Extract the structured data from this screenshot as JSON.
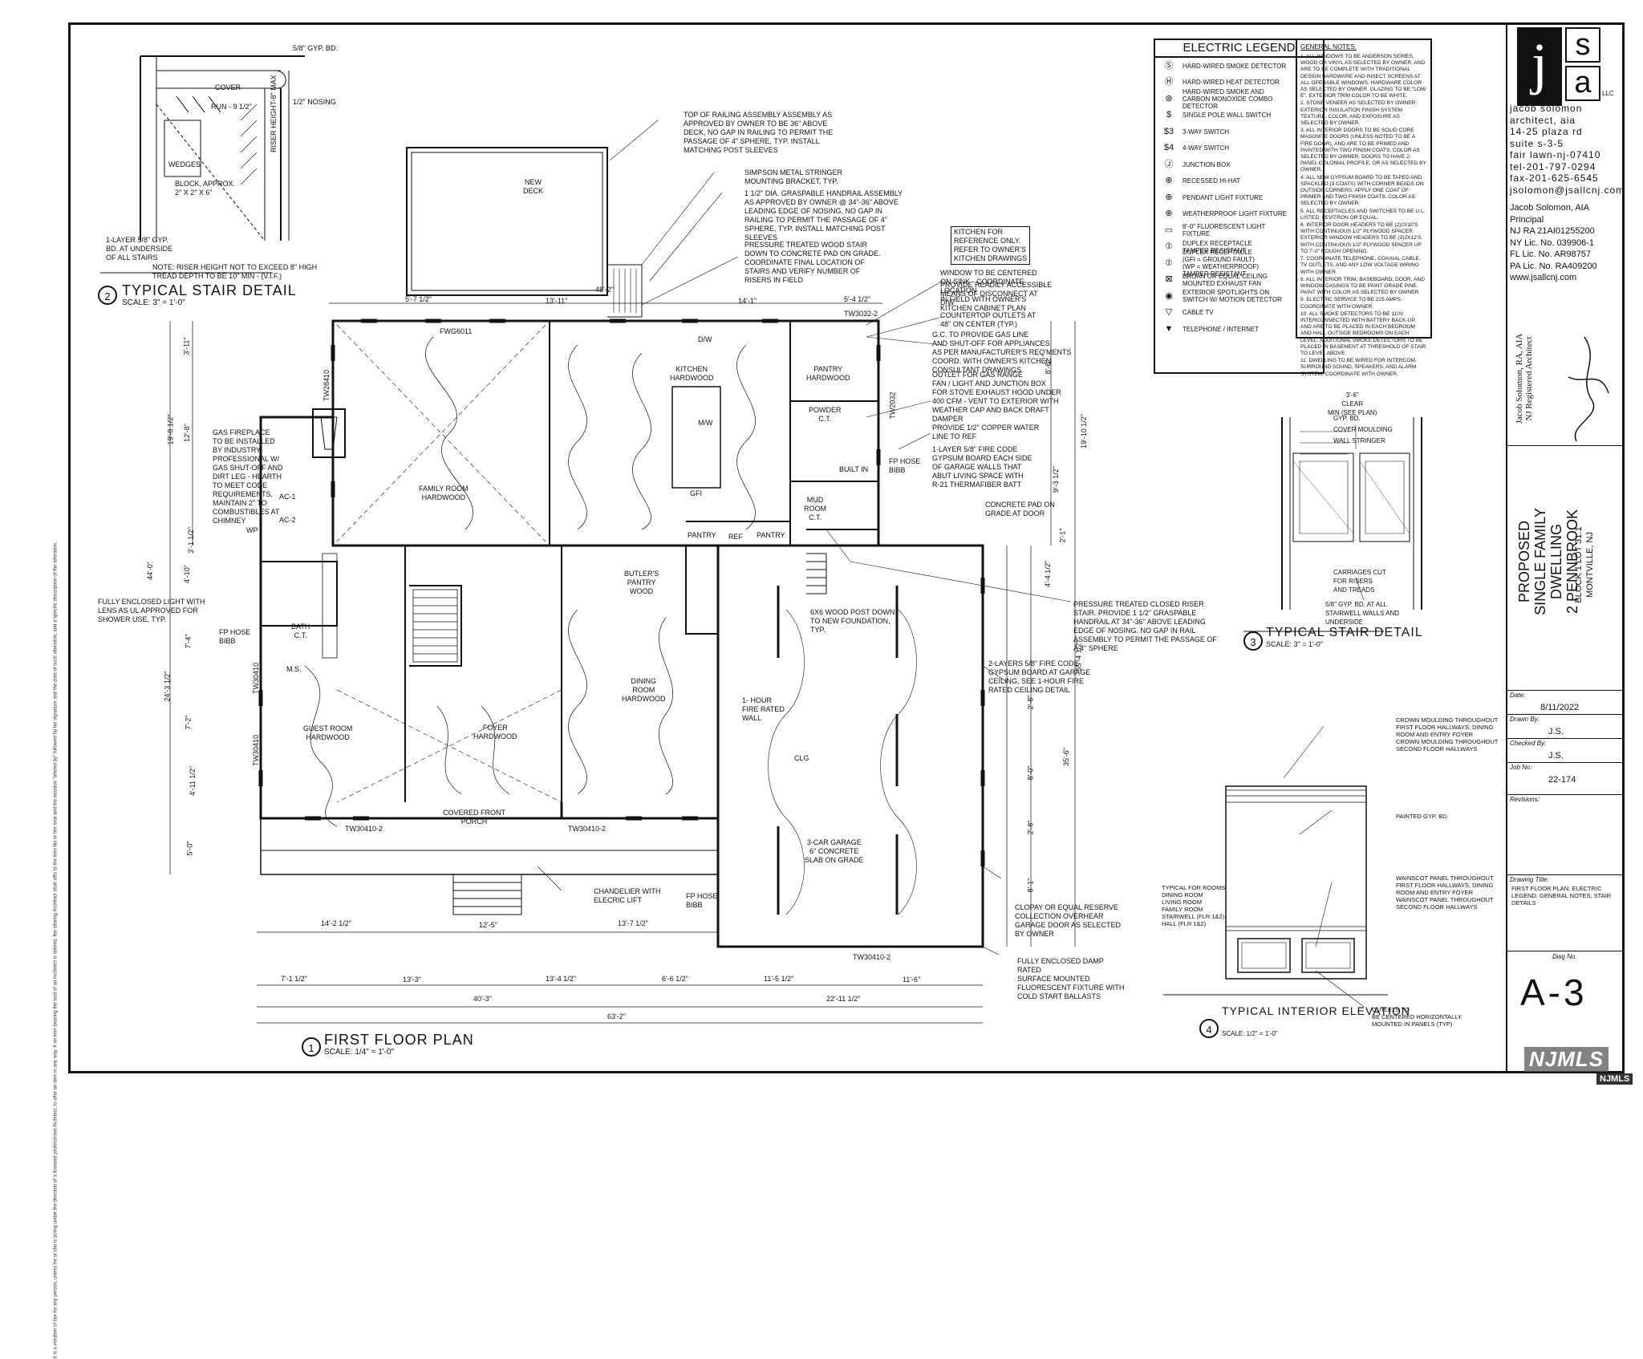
{
  "details": {
    "stair2_title": "TYPICAL STAIR DETAIL",
    "stair2_num": "2",
    "stair2_scale": "SCALE: 3\" = 1'-0\"",
    "stair2_notes": [
      {
        "id": "gyp",
        "text": "5/8\" GYP. BD."
      },
      {
        "id": "cover",
        "text": "COVER"
      },
      {
        "id": "run",
        "text": "RUN - 9 1/2\""
      },
      {
        "id": "nosing",
        "text": "1/2\" NOSING"
      },
      {
        "id": "wedges",
        "text": "WEDGES"
      },
      {
        "id": "block",
        "text": "BLOCK, APPROX.\n2\" X 2\" X 6\""
      },
      {
        "id": "riser",
        "text": "RISER HEIGHT-8\" MAX"
      },
      {
        "id": "layer",
        "text": "1-LAYER 5/8\" GYP.\nBD. AT UNDERSIDE\nOF ALL STAIRS"
      },
      {
        "id": "note",
        "text": "NOTE: RISER HEIGHT NOT TO EXCEED 8\" HIGH\nTREAD DEPTH TO BE 10\" MIN - (V.I.F.)"
      }
    ],
    "stair3_title": "TYPICAL STAIR DETAIL",
    "stair3_num": "3",
    "stair3_scale": "SCALE: 3\" = 1'-0\"",
    "stair3_notes": [
      {
        "id": "clear",
        "text": "3'-6\"\nCLEAR\nMIN (SEE PLAN)"
      },
      {
        "id": "gyp",
        "text": "GYP. BD."
      },
      {
        "id": "cover",
        "text": "COVER MOULDING"
      },
      {
        "id": "stringer",
        "text": "WALL STRINGER"
      },
      {
        "id": "carriages",
        "text": "CARRIAGES CUT\nFOR RISERS\nAND TREADS"
      },
      {
        "id": "gyp2",
        "text": "5/8\" GYP. BD. AT ALL\nSTAIRWELL WALLS AND\nUNDERSIDE"
      }
    ],
    "elev_title": "TYPICAL INTERIOR\nELEVATION",
    "elev_num": "4",
    "elev_scale": "SCALE: 1/2\" = 1'-0\"",
    "elev_notes": [
      {
        "id": "crown",
        "text": "CROWN MOULDING THROUGHOUT\nFIRST FLOOR HALLWAYS, DINING\nROOM AND ENTRY FOYER\nCROWN MOULDING THROUGHOUT\nSECOND FLOOR HALLWAYS"
      },
      {
        "id": "painted",
        "text": "PAINTED GYP. BD."
      },
      {
        "id": "wainscot",
        "text": "WAINSCOT PANEL THROUGHOUT\nFIRST FLOOR HALLWAYS, DINING\nROOM AND ENTRY FOYER\nWAINSCOT PANEL THROUGHOUT\nSECOND FLOOR HALLWAYS"
      },
      {
        "id": "rooms",
        "text": "TYPICAL FOR ROOMS:\nDINING ROOM\nLIVING ROOM\nFAMILY ROOM\nSTAIRWELL (FLR 1&2)\nHALL (FLR 1&2)"
      },
      {
        "id": "outlets",
        "text": "OUTLETS TO\nBE CENTERED HORIZONTALLY\nMOUNTED IN PANELS (TYP)"
      }
    ]
  },
  "plan": {
    "title": "FIRST FLOOR PLAN",
    "num": "1",
    "scale": "SCALE: 1/4\" = 1'-0\"",
    "rooms": [
      {
        "id": "family",
        "text": "FAMILY ROOM\nHARDWOOD"
      },
      {
        "id": "kitchen",
        "text": "KITCHEN\nHARDWOOD"
      },
      {
        "id": "pantry",
        "text": "PANTRY\nHARDWOOD"
      },
      {
        "id": "powder",
        "text": "POWDER\nC.T."
      },
      {
        "id": "mud",
        "text": "MUD\nROOM\nC.T."
      },
      {
        "id": "butler",
        "text": "BUTLER'S\nPANTRY\nWOOD"
      },
      {
        "id": "dining",
        "text": "DINING\nROOM\nHARDWOOD"
      },
      {
        "id": "guest",
        "text": "GUEST ROOM\nHARDWOOD"
      },
      {
        "id": "foyer",
        "text": "FOYER\nHARDWOOD"
      },
      {
        "id": "porch",
        "text": "COVERED FRONT\nPORCH"
      },
      {
        "id": "garage",
        "text": "3-CAR GARAGE\n6\" CONCRETE\nSLAB ON GRADE"
      },
      {
        "id": "deck",
        "text": "NEW\nDECK"
      },
      {
        "id": "bath",
        "text": "BATH\nC.T."
      }
    ],
    "notes": [
      {
        "id": "railing",
        "text": "TOP OF RAILING ASSEMBLY ASSEMBLY AS\nAPPROVED BY OWNER TO BE 36\" ABOVE\nDECK, NO GAP IN RAILING TO PERMIT THE\nPASSAGE OF 4\" SPHERE, TYP. INSTALL\nMATCHING POST SLEEVES"
      },
      {
        "id": "simpson",
        "text": "SIMPSON METAL STRINGER\nMOUNTING BRACKET, TYP."
      },
      {
        "id": "handrail",
        "text": "1 1/2\" DIA. GRASPABLE HANDRAIL ASSEMBLY\nAS APPROVED BY OWNER @ 34\"-36\" ABOVE\nLEADING EDGE OF NOSING, NO GAP IN\nRAILING TO PERMIT THE PASSAGE OF 4\"\nSPHERE, TYP. INSTALL MATCHING POST\nSLEEVES"
      },
      {
        "id": "ptstair",
        "text": "PRESSURE TREATED WOOD STAIR\nDOWN TO CONCRETE PAD ON GRADE.\nCOORDINATE FINAL LOCATION OF\nSTAIRS AND VERIFY NUMBER OF\nRISERS IN FIELD"
      },
      {
        "id": "kitchenref",
        "text": "KITCHEN FOR\nREFERENCE ONLY.\nREFER TO OWNER'S\nKITCHEN DRAWINGS"
      },
      {
        "id": "window",
        "text": "WINDOW TO BE CENTERED\nON SINK - COORDINATE\nLOCATION\nIN FIELD WITH OWNER'S\nKITCHEN CABINET PLAN"
      },
      {
        "id": "disconnect",
        "text": "PROVIDE READILY ACCESSIBLE\nMEANS OF DISCONNECT AT\nD/W"
      },
      {
        "id": "countertop",
        "text": "COUNTERTOP OUTLETS AT\n48\" ON CENTER (TYP.)"
      },
      {
        "id": "gas",
        "text": "G.C. TO PROVIDE GAS LINE\nAND SHUT-OFF FOR APPLIANCES\nAS PER MANUFACTURER'S REQ'MENTS\nCOORD. WITH OWNER'S KITCHEN\nCONSULTANT DRAWINGS"
      },
      {
        "id": "range",
        "text": "OUTLET FOR GAS RANGE\nFAN / LIGHT AND JUNCTION BOX\nFOR STOVE EXHAUST HOOD UNDER\n400 cfm - VENT TO EXTERIOR WITH\nWEATHER CAP AND BACK DRAFT\nDAMPER"
      },
      {
        "id": "copper",
        "text": "PROVIDE 1/2\" COPPER WATER\nLINE TO REF"
      },
      {
        "id": "firecode",
        "text": "1-LAYER 5/8\" FIRE CODE\nGYPSUM BOARD EACH SIDE\nOF GARAGE WALLS THAT\nABUT LIVING SPACE WITH\nR-21 THERMAFIBER BATT"
      },
      {
        "id": "concretepad",
        "text": "CONCRETE PAD ON\nGRADE AT DOOR"
      },
      {
        "id": "fireplace",
        "text": "GAS FIREPLACE\nTO BE INSTALLED\nBY INDUSTRY\nPROFESSIONAL W/\nGAS SHUT-OFF AND\nDIRT LEG - HEARTH\nTO MEET CODE\nREQUIREMENTS,\nMAINTAIN 2\" TO\nCOMBUSTIBLES AT\nCHIMNEY"
      },
      {
        "id": "enclosedlight",
        "text": "FULLY ENCLOSED LIGHT WITH\nLENS AS UL APPROVED FOR\nSHOWER USE, TYP."
      },
      {
        "id": "closedriser",
        "text": "PRESSURE TREATED CLOSED RISER\nSTAIR. PROVIDE 1 1/2\" GRASPABLE\nHANDRAIL AT 34\"-36\" ABOVE LEADING\nEDGE OF NOSING. NO GAP IN RAIL\nASSEMBLY TO PERMIT THE PASSAGE OF\nA 4\" SPHERE"
      },
      {
        "id": "post",
        "text": "6x6 WOOD POST DOWN\nTO NEW FOUNDATION,\nTYP."
      },
      {
        "id": "twolayer",
        "text": "2-LAYERS 5/8\" FIRE CODE\nGYPSUM BOARD AT GARAGE\nCEILING, SEE 1-HOUR FIRE\nRATED CEILING DETAIL"
      },
      {
        "id": "onehour",
        "text": "1- HOUR\nFIRE RATED\nWALL"
      },
      {
        "id": "chandelier",
        "text": "CHANDELIER WITH\nELECRIC LIFT"
      },
      {
        "id": "clopay",
        "text": "CLOPAY OR EQUAL RESERVE\nCOLLECTION OVERHEAR\nGARAGE DOOR AS SELECTED\nBY OWNER"
      },
      {
        "id": "damp",
        "text": "FULLY ENCLOSED DAMP\nRATED\nSURFACE MOUNTED\nFLUORESCENT FIXTURE WITH\nCOLD START BALLASTS"
      },
      {
        "id": "fphose1",
        "text": "FP HOSE\nBIBB"
      },
      {
        "id": "fphose2",
        "text": "FP HOSE\nBIBB"
      },
      {
        "id": "fphose3",
        "text": "FP HOSE\nBIBB"
      }
    ],
    "dims": [
      {
        "id": "d1",
        "text": "5'-7 1/2\""
      },
      {
        "id": "d2",
        "text": "13'-11\""
      },
      {
        "id": "d3",
        "text": "14'-1\""
      },
      {
        "id": "d4",
        "text": "5'-4 1/2\""
      },
      {
        "id": "d5",
        "text": "48'-2\""
      },
      {
        "id": "d6",
        "text": "14'-2 1/2\""
      },
      {
        "id": "d7",
        "text": "12'-5\""
      },
      {
        "id": "d8",
        "text": "13'-7 1/2\""
      },
      {
        "id": "d9",
        "text": "7'-1 1/2\""
      },
      {
        "id": "d10",
        "text": "13'-3\""
      },
      {
        "id": "d11",
        "text": "13'-4 1/2\""
      },
      {
        "id": "d12",
        "text": "6'-6 1/2\""
      },
      {
        "id": "d13",
        "text": "11'-5 1/2\""
      },
      {
        "id": "d14",
        "text": "11'-6\""
      },
      {
        "id": "d15",
        "text": "40'-3\""
      },
      {
        "id": "d16",
        "text": "22'-11 1/2\""
      },
      {
        "id": "d17",
        "text": "63'-2\""
      },
      {
        "id": "v1",
        "text": "3'-11\""
      },
      {
        "id": "v2",
        "text": "12'-8\""
      },
      {
        "id": "v3",
        "text": "19'-8 1/2\""
      },
      {
        "id": "v4",
        "text": "3'-1 1/2\""
      },
      {
        "id": "v5",
        "text": "4'-10\""
      },
      {
        "id": "v6",
        "text": "44'-0\""
      },
      {
        "id": "v7",
        "text": "7'-4\""
      },
      {
        "id": "v8",
        "text": "24'-3 1/2\""
      },
      {
        "id": "v9",
        "text": "7'-2\""
      },
      {
        "id": "v10",
        "text": "4'-11 1/2\""
      },
      {
        "id": "v11",
        "text": "5'-0\""
      },
      {
        "id": "v12",
        "text": "8'-6\""
      },
      {
        "id": "v13",
        "text": "19'-10 1/2\""
      },
      {
        "id": "v14",
        "text": "9'-3 1/2\""
      },
      {
        "id": "v15",
        "text": "2'-1\""
      },
      {
        "id": "v16",
        "text": "4'-4 1/2\""
      },
      {
        "id": "v17",
        "text": "55'-4 1/2\""
      },
      {
        "id": "v18",
        "text": "2'-8\""
      },
      {
        "id": "v19",
        "text": "35'-6\""
      },
      {
        "id": "v20",
        "text": "8'-0\""
      },
      {
        "id": "v21",
        "text": "2'-8\""
      },
      {
        "id": "v22",
        "text": "8'-1\""
      }
    ],
    "tags": [
      {
        "id": "t1",
        "text": "TW28410"
      },
      {
        "id": "t2",
        "text": "FWG6011"
      },
      {
        "id": "t3",
        "text": "TW3032-2"
      },
      {
        "id": "t4",
        "text": "TW2032"
      },
      {
        "id": "t5",
        "text": "TW30410-2"
      },
      {
        "id": "t6",
        "text": "TW30410-2"
      },
      {
        "id": "t7",
        "text": "TW30410-2"
      },
      {
        "id": "t8",
        "text": "TW30410"
      },
      {
        "id": "t9",
        "text": "TW30410"
      },
      {
        "id": "t10",
        "text": "PANTRY"
      },
      {
        "id": "t11",
        "text": "PANTRY"
      },
      {
        "id": "t12",
        "text": "REF"
      },
      {
        "id": "t13",
        "text": "AC-1"
      },
      {
        "id": "t14",
        "text": "AC-2"
      },
      {
        "id": "t15",
        "text": "BUILT IN"
      },
      {
        "id": "t16",
        "text": "M.S."
      },
      {
        "id": "t17",
        "text": "GFI"
      },
      {
        "id": "t18",
        "text": "WP"
      },
      {
        "id": "t19",
        "text": "M/W"
      },
      {
        "id": "t20",
        "text": "D/W"
      },
      {
        "id": "t21",
        "text": "CLG"
      }
    ]
  },
  "legend": {
    "title": "ELECTRIC LEGEND",
    "items": [
      {
        "sym": "Ⓢ",
        "label": "HARD-WIRED SMOKE DETECTOR"
      },
      {
        "sym": "Ⓗ",
        "label": "HARD-WIRED HEAT DETECTOR"
      },
      {
        "sym": "⊛",
        "label": "HARD-WIRED SMOKE AND\nCARBON MONOXIDE COMBO\nDETECTOR"
      },
      {
        "sym": "$",
        "label": "SINGLE POLE WALL SWITCH"
      },
      {
        "sym": "$3",
        "label": "3-WAY SWITCH"
      },
      {
        "sym": "$4",
        "label": "4-WAY SWITCH"
      },
      {
        "sym": "Ⓙ",
        "label": "JUNCTION BOX"
      },
      {
        "sym": "⊕",
        "label": "RECESSED HI-HAT"
      },
      {
        "sym": "⊕",
        "label": "PENDANT LIGHT FIXTURE"
      },
      {
        "sym": "⊕",
        "label": "WEATHERPROOF LIGHT FIXTURE"
      },
      {
        "sym": "▭",
        "label": "8'-0\" FLUORESCENT LIGHT\nFIXTURE"
      },
      {
        "sym": "⦶",
        "label": "DUPLEX RECEPTACLE\nTAMPER RESISTANT"
      },
      {
        "sym": "⦶",
        "label": "DUPLEX RECEPTACLE\n(GFI = GROUND FAULT)\n(WP = WEATHERPROOF)\nTAMPER RESISTANT"
      },
      {
        "sym": "⊠",
        "label": "BROAN OR EQUAL CEILING\nMOUNTED EXHAUST FAN"
      },
      {
        "sym": "◉",
        "label": "EXTERIOR SPOTLIGHTS ON\nSWITCH W/ MOTION DETECTOR"
      },
      {
        "sym": "▽",
        "label": "CABLE TV"
      },
      {
        "sym": "▼",
        "label": "TELEPHONE / INTERNET"
      }
    ]
  },
  "general_notes": {
    "title": "GENERAL NOTES:",
    "items": [
      "1. ALL WINDOWS TO BE ANDERSON SERIES, WOOD OR VINYL AS SELECTED BY OWNER, AND ARE TO BE COMPLETE WITH TRADITIONAL DESIGN HARDWARE AND INSECT SCREENS AT ALL OPERABLE WINDOWS. HARDWARE COLOR AS SELECTED BY OWNER. GLAZING TO BE \"LOW E\". EXTERIOR TRIM COLOR TO BE WHITE.",
      "2. STONE VENEER AS SELECTED BY OWNER. EXTERIOR INSULATION FINISH SYSTEM TEXTURE, COLOR, AND EXPOSURE AS SELECTED BY OWNER.",
      "3. ALL INTERIOR DOORS TO BE SOLID CORE MASONITE DOORS (UNLESS NOTED TO BE A FIRE DOOR), AND ARE TO BE PRIMED AND PAINTED WITH TWO FINISH COATS. COLOR AS SELECTED BY OWNER. DOORS TO HAVE 2-PANEL COLONIAL PROFILE, OR AS SELECTED BY OWNER.",
      "4. ALL NEW GYPSUM BOARD TO BE TAPED AND SPACKLED (3 COATS) WITH CORNER BEADS ON OUTSIDE CORNERS. APPLY ONE COAT OF PRIMER AND TWO FINISH COATS. COLOR AS SELECTED BY OWNER.",
      "5. ALL RECEPTACLES AND SWITCHES TO BE U.L. LISTED, LEVITRON OR EQUAL.",
      "6. INTERIOR DOOR HEADERS TO BE (2)2x10'S WITH CONTINUOUS 1/2\" PLYWOOD SPACER. EXTERIOR WINDOW HEADERS TO BE (3)2x12'S WITH CONTINUOUS 1/2\" PLYWOOD SPACER UP TO 7'-0\" ROUGH OPENING.",
      "7. COORDINATE TELEPHONE, COAXIAL CABLE, TV OUTLETS, AND ANY LOW VOLTAGE WIRING WITH OWNER.",
      "8. ALL INTERIOR TRIM, BASEBOARD, DOOR, AND WINDOW CASINGS TO BE PAINT GRADE PINE. PAINT WITH COLOR AS SELECTED BY OWNER.",
      "9. ELECTRIC SERVICE TO BE 225 AMPS. COORDINATE WITH OWNER.",
      "10. ALL SMOKE DETECTORS TO BE 110V INTERCONNECTED WITH BATTERY BACK-UP, AND ARE TO BE PLACED IN EACH BEDROOM AND HALL OUTSIDE BEDROOMS ON EACH LEVEL. ADDITIONAL SMOKE DETECTORS TO BE PLACED IN BASEMENT AT THRESHOLD OF STAIR TO LEVEL ABOVE.",
      "11. DWELLING TO BE WIRED FOR INTERCOM, SURROUND SOUND, SPEAKERS, AND ALARM SYSTEM. COORDINATE WITH OWNER."
    ]
  },
  "title_block": {
    "logo_j": "j",
    "logo_s": "s",
    "logo_a": "a",
    "logo_llc": "LLC",
    "firm": "jacob solomon\narchitect, aia\n14-25 plaza rd\nsuite s-3-5\nfair lawn-nj-07410\ntel-201-797-0294\nfax-201-625-6545\njsolomon@jsallcnj.com",
    "principal": "Jacob Solomon, AIA\nPrincipal\nNJ RA 21AI01255200\nNY Lic. No. 039906-1\nFL Lic. No. AR98757\nPA Lic. No. RA409200\nwww.jsallcnj.com",
    "seal_text": "Jacob Solomon, RA, AIA\nNJ Registered Architect",
    "project": "PROPOSED\nSINGLE FAMILY DWELLING\n2 PENNBROOK",
    "project_loc": "BLOCK 1   LOT 31.1\nMONTVILLE, NJ",
    "date_label": "Date:",
    "date": "8/11/2022",
    "drawn_label": "Drawn By:",
    "drawn": "J.S.",
    "checked_label": "Checked By:",
    "checked": "J.S.",
    "job_label": "Job No:",
    "job": "22-174",
    "revisions_label": "Revisions:",
    "drawing_title_label": "Drawing Title:",
    "drawing_title": "FIRST FLOOR PLAN, ELECTRIC\nLEGEND, GENERAL NOTES, STAIR\nDETAILS",
    "dwg_label": "Dwg No.",
    "dwg": "A-3"
  },
  "watermark": {
    "text": "NJMLS",
    "text_small": "NJMLS"
  },
  "side_note": "It is a violation of law for any person, unless he or she is acting under the direction of a licensed professional Architect, to alter an item in any way. If an item bearing the seal of an Architect is altered, the altering Architect shall affix to the item his or her seal and the notation \"altered by\" followed by his signature and the date of such alteration, and a specific description of the alteration."
}
